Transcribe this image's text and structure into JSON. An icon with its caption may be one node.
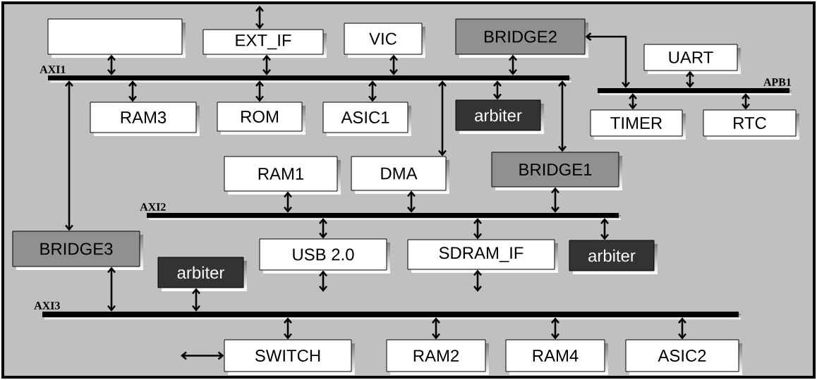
{
  "diagram": {
    "nodes": [
      {
        "text": [],
        "shape": "box"
      },
      {
        "text": [
          "EXT_IF"
        ]
      },
      {
        "text": [
          "VIC"
        ]
      },
      {
        "text": [
          "BRIDGE2"
        ]
      },
      {
        "text": [
          "UART"
        ]
      },
      {
        "text": [
          "AXI1"
        ]
      },
      {
        "text": [
          "APB1"
        ]
      },
      {
        "text": [
          "RAM3"
        ]
      },
      {
        "text": [
          "ROM"
        ]
      },
      {
        "text": [
          "ASIC1"
        ]
      },
      {
        "text": [
          "arbiter"
        ]
      },
      {
        "text": [
          "TIMER"
        ]
      },
      {
        "text": [
          "RTC"
        ]
      },
      {
        "text": [
          "RAM1"
        ]
      },
      {
        "text": [
          "DMA"
        ]
      },
      {
        "text": [
          "BRIDGE1"
        ]
      },
      {
        "text": [
          "AXI2"
        ]
      },
      {
        "text": [
          "BRIDGE3"
        ]
      },
      {
        "text": [
          "USB 2.0"
        ]
      },
      {
        "text": [
          "SDRAM_IF"
        ]
      },
      {
        "text": [
          "arbiter"
        ]
      },
      {
        "text": [
          "arbiter"
        ]
      },
      {
        "text": [
          "AXI3"
        ]
      },
      {
        "text": [
          "SWITCH"
        ]
      },
      {
        "text": [
          "RAM2"
        ]
      },
      {
        "text": [
          "RAM4"
        ]
      },
      {
        "text": [
          "ASIC2"
        ]
      }
    ],
    "edges": [
      {
        "from": null,
        "to": 1,
        "arrow": "both"
      },
      {
        "from": 0,
        "to": 5,
        "arrow": "both"
      },
      {
        "from": 1,
        "to": 5,
        "arrow": "both"
      },
      {
        "from": 2,
        "to": 5,
        "arrow": "both"
      },
      {
        "from": 3,
        "to": 5,
        "arrow": "both"
      },
      {
        "from": 5,
        "to": 7,
        "arrow": "both"
      },
      {
        "from": 5,
        "to": 8,
        "arrow": "both"
      },
      {
        "from": 5,
        "to": 9,
        "arrow": "both"
      },
      {
        "from": 5,
        "to": 10,
        "arrow": "both"
      },
      {
        "from": 5,
        "to": 14,
        "arrow": "both"
      },
      {
        "from": 5,
        "to": 15,
        "arrow": "both"
      },
      {
        "from": 5,
        "to": 17,
        "arrow": "both"
      },
      {
        "from": 3,
        "to": 6,
        "arrow": "both"
      },
      {
        "from": 4,
        "to": 6,
        "arrow": "both"
      },
      {
        "from": 6,
        "to": 11,
        "arrow": "both"
      },
      {
        "from": 6,
        "to": 12,
        "arrow": "both"
      },
      {
        "from": 13,
        "to": 16,
        "arrow": "both"
      },
      {
        "from": 14,
        "to": 16,
        "arrow": "both"
      },
      {
        "from": 15,
        "to": 16,
        "arrow": "both"
      },
      {
        "from": 16,
        "to": 18,
        "arrow": "both"
      },
      {
        "from": 16,
        "to": 19,
        "arrow": "both"
      },
      {
        "from": 16,
        "to": 20,
        "arrow": "both"
      },
      {
        "from": 18,
        "to": null,
        "arrow": "both"
      },
      {
        "from": 19,
        "to": null,
        "arrow": "both"
      },
      {
        "from": 17,
        "to": 22,
        "arrow": "both"
      },
      {
        "from": 21,
        "to": 22,
        "arrow": "both"
      },
      {
        "from": 22,
        "to": 23,
        "arrow": "both"
      },
      {
        "from": 22,
        "to": 24,
        "arrow": "both"
      },
      {
        "from": 22,
        "to": 25,
        "arrow": "both"
      },
      {
        "from": 22,
        "to": 26,
        "arrow": "both"
      },
      {
        "from": null,
        "to": 23,
        "arrow": "both"
      }
    ]
  }
}
